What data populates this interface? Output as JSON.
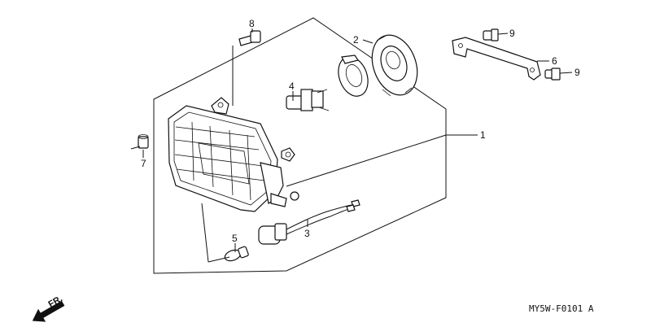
{
  "callouts": {
    "c1": "1",
    "c2": "2",
    "c3": "3",
    "c4": "4",
    "c5": "5",
    "c6": "6",
    "c7": "7",
    "c8": "8",
    "c9a": "9",
    "c9b": "9"
  },
  "direction_label": "FR.",
  "diagram_code": "MY5W-F0101 A",
  "colors": {
    "ink": "#111111",
    "background": "#ffffff"
  }
}
